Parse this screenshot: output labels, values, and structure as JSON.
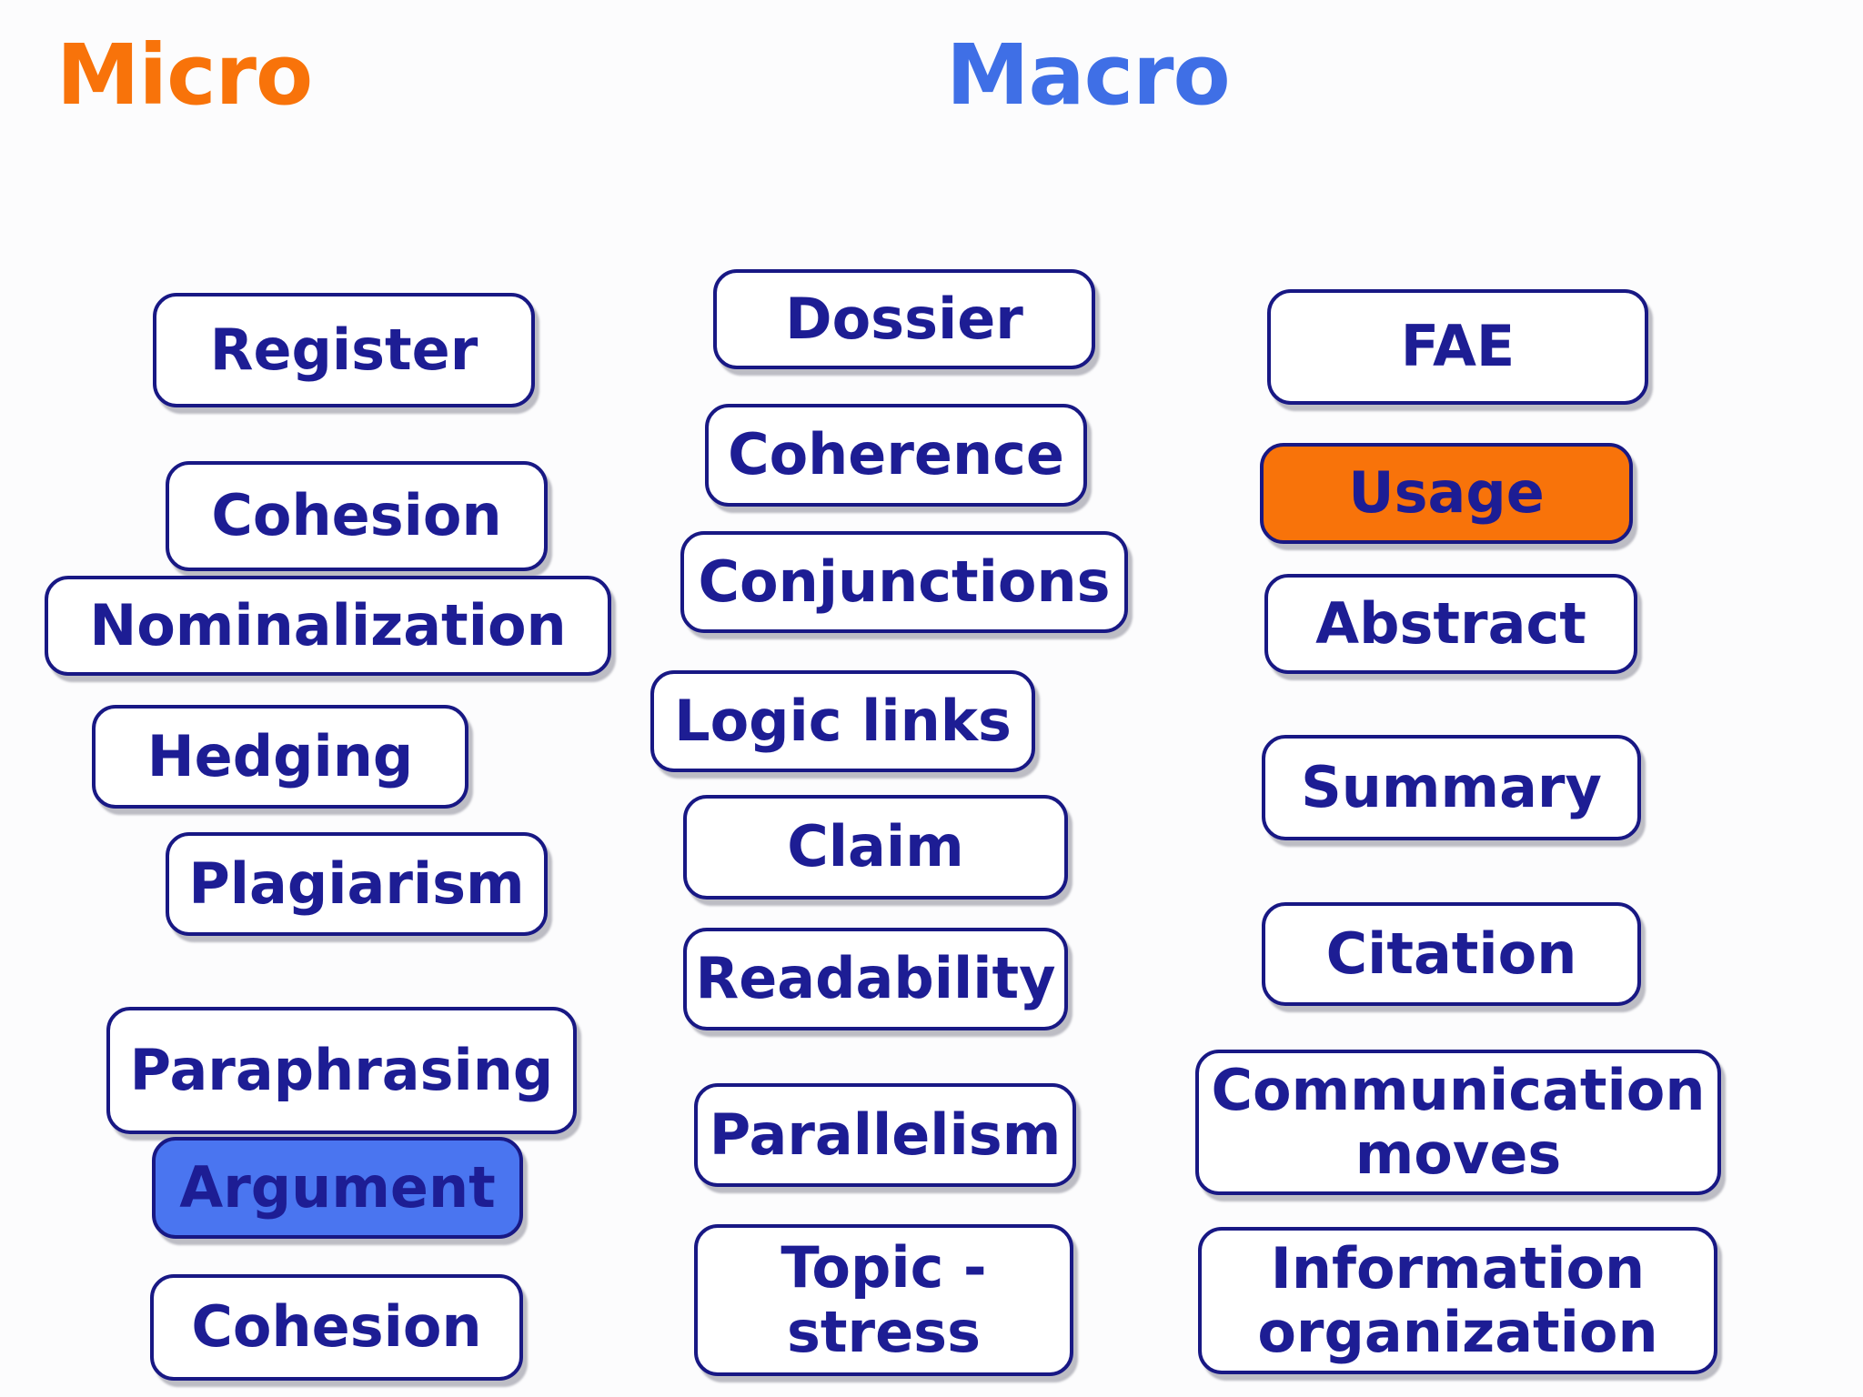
{
  "colors": {
    "navy_text": "#1d1d94",
    "navy_border": "#181884",
    "header_orange": "#f8730a",
    "header_blue": "#3f6fe6",
    "usage_fill_orange": "#f8730a",
    "argument_fill_blue": "#4a75f0",
    "box_background": "#ffffff",
    "page_background": "#fcfcfd"
  },
  "columns": {
    "micro": {
      "header": "Micro",
      "items": [
        {
          "label": "Register",
          "variant": "default"
        },
        {
          "label": "Cohesion",
          "variant": "default"
        },
        {
          "label": "Nominalization",
          "variant": "default"
        },
        {
          "label": "Hedging",
          "variant": "default"
        },
        {
          "label": "Plagiarism",
          "variant": "default"
        },
        {
          "label": "Paraphrasing",
          "variant": "default"
        },
        {
          "label": "Argument",
          "variant": "blue"
        },
        {
          "label": "Cohesion",
          "variant": "default"
        }
      ]
    },
    "middle": {
      "items": [
        {
          "label": "Dossier",
          "variant": "default"
        },
        {
          "label": "Coherence",
          "variant": "default"
        },
        {
          "label": "Conjunctions",
          "variant": "default"
        },
        {
          "label": "Logic links",
          "variant": "default"
        },
        {
          "label": "Claim",
          "variant": "default"
        },
        {
          "label": "Readability",
          "variant": "default"
        },
        {
          "label": "Parallelism",
          "variant": "default"
        },
        {
          "label": "Topic -\nstress",
          "variant": "default"
        }
      ]
    },
    "macro": {
      "header": "Macro",
      "items": [
        {
          "label": "FAE",
          "variant": "default"
        },
        {
          "label": "Usage",
          "variant": "orange"
        },
        {
          "label": "Abstract",
          "variant": "default"
        },
        {
          "label": "Summary",
          "variant": "default"
        },
        {
          "label": "Citation",
          "variant": "default"
        },
        {
          "label": "Communication\nmoves",
          "variant": "default"
        },
        {
          "label": "Information\norganization",
          "variant": "default"
        }
      ]
    }
  }
}
